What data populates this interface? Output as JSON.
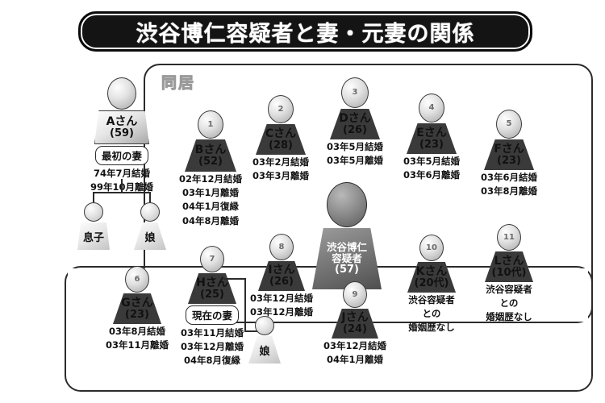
{
  "title": "渋谷博仁容疑者と妻・元妻の関係",
  "labels": {
    "cohabit": "同居",
    "first_wife": "最初の妻",
    "current_wife": "現在の妻",
    "son": "息子",
    "daughter": "娘"
  },
  "suspect": {
    "name_line1": "渋谷博仁",
    "name_line2": "容疑者",
    "age": "(57)"
  },
  "people": [
    {
      "id": "A",
      "badge": "",
      "name": "Aさん",
      "age": "(59)",
      "tag": "最初の妻",
      "notes": [
        "74年7月結婚",
        "99年10月離婚"
      ]
    },
    {
      "id": "B",
      "badge": "1",
      "name": "Bさん",
      "age": "(52)",
      "tag": "",
      "notes": [
        "02年12月結婚",
        "03年1月離婚",
        "04年1月復縁",
        "04年8月離婚"
      ]
    },
    {
      "id": "C",
      "badge": "2",
      "name": "Cさん",
      "age": "(28)",
      "tag": "",
      "notes": [
        "03年2月結婚",
        "03年3月離婚"
      ]
    },
    {
      "id": "D",
      "badge": "3",
      "name": "Dさん",
      "age": "(26)",
      "tag": "",
      "notes": [
        "03年5月結婚",
        "03年5月離婚"
      ]
    },
    {
      "id": "E",
      "badge": "4",
      "name": "Eさん",
      "age": "(23)",
      "tag": "",
      "notes": [
        "03年5月結婚",
        "03年6月離婚"
      ]
    },
    {
      "id": "F",
      "badge": "5",
      "name": "Fさん",
      "age": "(23)",
      "tag": "",
      "notes": [
        "03年6月結婚",
        "03年8月離婚"
      ]
    },
    {
      "id": "G",
      "badge": "6",
      "name": "Gさん",
      "age": "(23)",
      "tag": "",
      "notes": [
        "03年8月結婚",
        "03年11月離婚"
      ]
    },
    {
      "id": "H",
      "badge": "7",
      "name": "Hさん",
      "age": "(25)",
      "tag": "現在の妻",
      "notes": [
        "03年11月結婚",
        "03年12月離婚",
        "04年8月復縁"
      ]
    },
    {
      "id": "I",
      "badge": "8",
      "name": "Iさん",
      "age": "(26)",
      "tag": "",
      "notes": [
        "03年12月結婚",
        "03年12月離婚"
      ]
    },
    {
      "id": "J",
      "badge": "9",
      "name": "Jさん",
      "age": "(24)",
      "tag": "",
      "notes": [
        "03年12月結婚",
        "04年1月離婚"
      ]
    },
    {
      "id": "K",
      "badge": "10",
      "name": "Kさん",
      "age": "(20代)",
      "tag": "",
      "notes": [
        "渋谷容疑者",
        "との",
        "婚姻歴なし"
      ]
    },
    {
      "id": "L",
      "badge": "11",
      "name": "Lさん",
      "age": "(10代)",
      "tag": "",
      "notes": [
        "渋谷容疑者",
        "との",
        "婚姻歴なし"
      ]
    }
  ],
  "children": [
    {
      "id": "son-a",
      "label": "息子"
    },
    {
      "id": "daughter-a",
      "label": "娘"
    },
    {
      "id": "daughter-h",
      "label": "娘"
    }
  ],
  "colors": {
    "ink": "#2b2b2b",
    "banner_bg": "#141414",
    "banner_text": "#ffffff",
    "suspect_fill": "#6d6d6d",
    "page_bg": "#ffffff"
  }
}
